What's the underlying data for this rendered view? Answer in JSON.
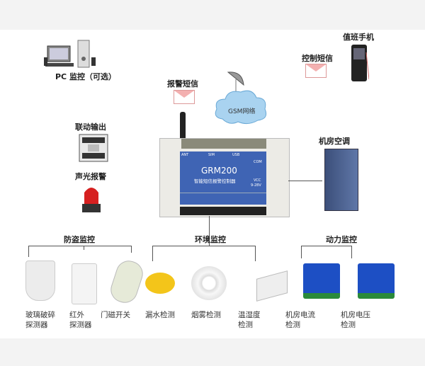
{
  "top": {
    "pc_label": "PC 监控（可选）",
    "alarm_sms": "报警短信",
    "gsm_network": "GSM网络",
    "control_sms": "控制短信",
    "duty_phone": "值班手机",
    "linkage_output": "联动输出",
    "sound_light_alarm": "声光报警",
    "server_room_ac": "机房空调"
  },
  "controller": {
    "model": "GRM200",
    "subtitle": "智能短信报警控制器",
    "ant": "ANT",
    "sim": "SIM",
    "usb": "USB",
    "com": "COM",
    "vcc": "VCC",
    "voltage": "9-28V"
  },
  "groups": [
    {
      "title": "防盗监控",
      "devices": [
        "玻璃破碎\n探测器",
        "红外\n探测器",
        "门磁开关"
      ]
    },
    {
      "title": "环境监控",
      "devices": [
        "漏水检测",
        "烟雾检测",
        "温湿度\n检测"
      ]
    },
    {
      "title": "动力监控",
      "devices": [
        "机房电流\n检测",
        "机房电压\n检测"
      ]
    }
  ]
}
